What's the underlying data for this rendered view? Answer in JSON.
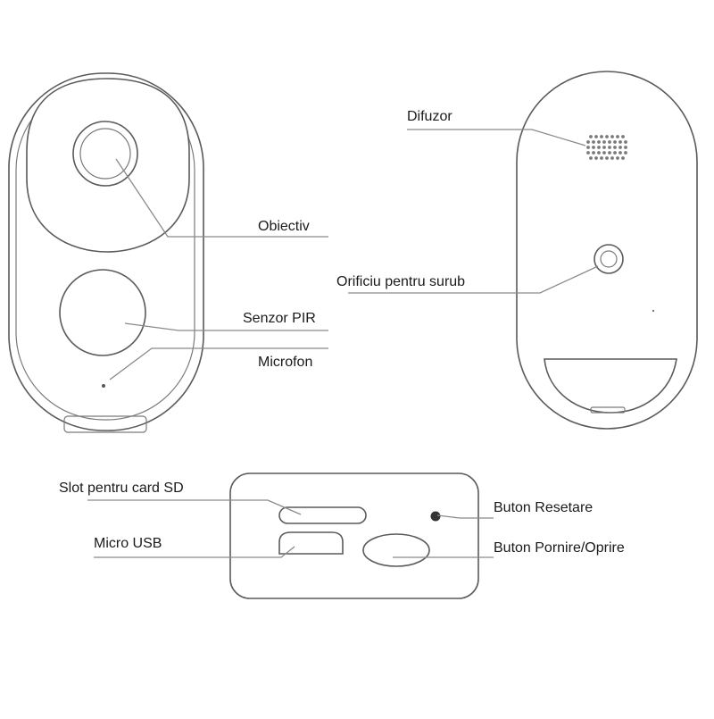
{
  "labels": {
    "obiectiv": "Obiectiv",
    "senzor_pir": "Senzor PIR",
    "microfon": "Microfon",
    "difuzor": "Difuzor",
    "orificiu": "Orificiu pentru surub",
    "slot_sd": "Slot pentru card SD",
    "micro_usb": "Micro USB",
    "buton_resetare": "Buton Resetare",
    "buton_pornire": "Buton Pornire/Oprire"
  },
  "colors": {
    "outline": "#5a5a5a",
    "leader_line": "#8a8a8a",
    "text": "#1a1a1a",
    "reset_dot": "#333333"
  }
}
